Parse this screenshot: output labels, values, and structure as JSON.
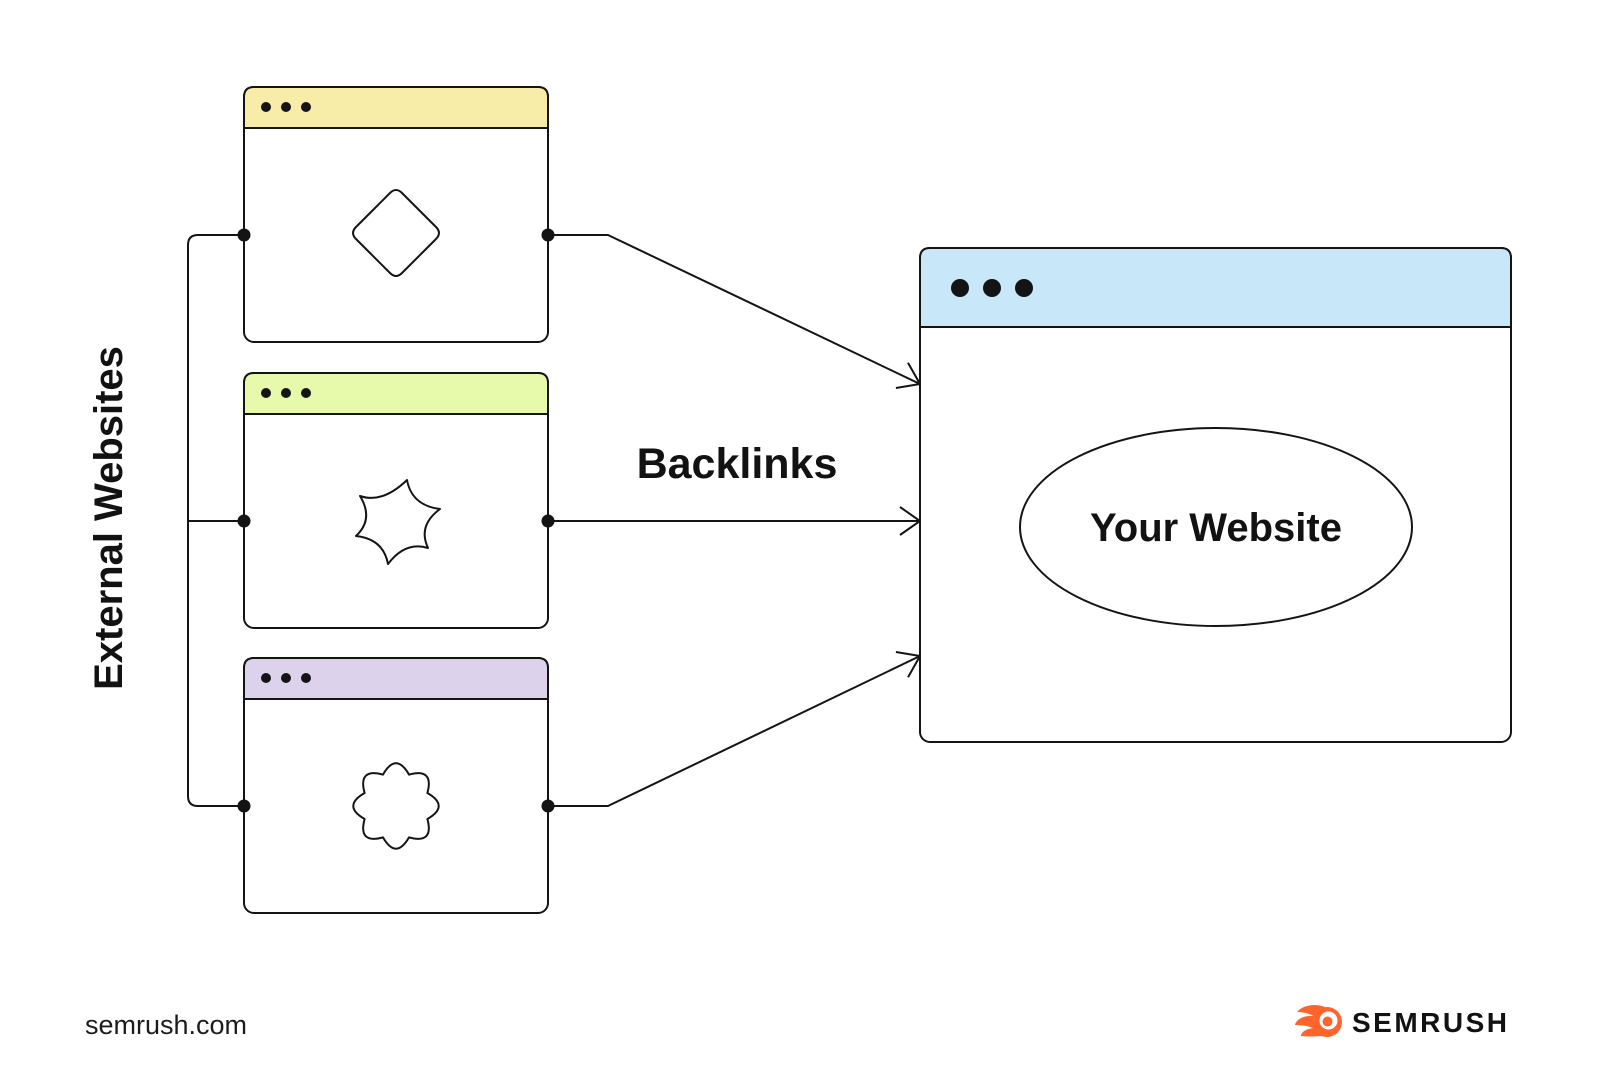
{
  "diagram": {
    "left_label": "External Websites",
    "arrow_label": "Backlinks",
    "target_label": "Your Website"
  },
  "external_windows": [
    {
      "id": "external-website-1",
      "header_color": "#F8ECA9",
      "blob_icon": "diamond-blob-icon",
      "window_controls_icon": "three-dots-icon"
    },
    {
      "id": "external-website-2",
      "header_color": "#E7FAAC",
      "blob_icon": "splat-blob-icon",
      "window_controls_icon": "three-dots-icon"
    },
    {
      "id": "external-website-3",
      "header_color": "#DCD2EC",
      "blob_icon": "flower-blob-icon",
      "window_controls_icon": "three-dots-icon"
    }
  ],
  "your_website_window": {
    "header_color": "#C8E8F9",
    "window_controls_icon": "three-dots-icon"
  },
  "footer": {
    "source": "semrush.com",
    "brand": "SEMRUSH",
    "brand_color": "#FF642D",
    "brand_logo_icon": "semrush-flame-ball-icon"
  },
  "colors": {
    "stroke": "#141414",
    "background": "#FFFFFF"
  }
}
